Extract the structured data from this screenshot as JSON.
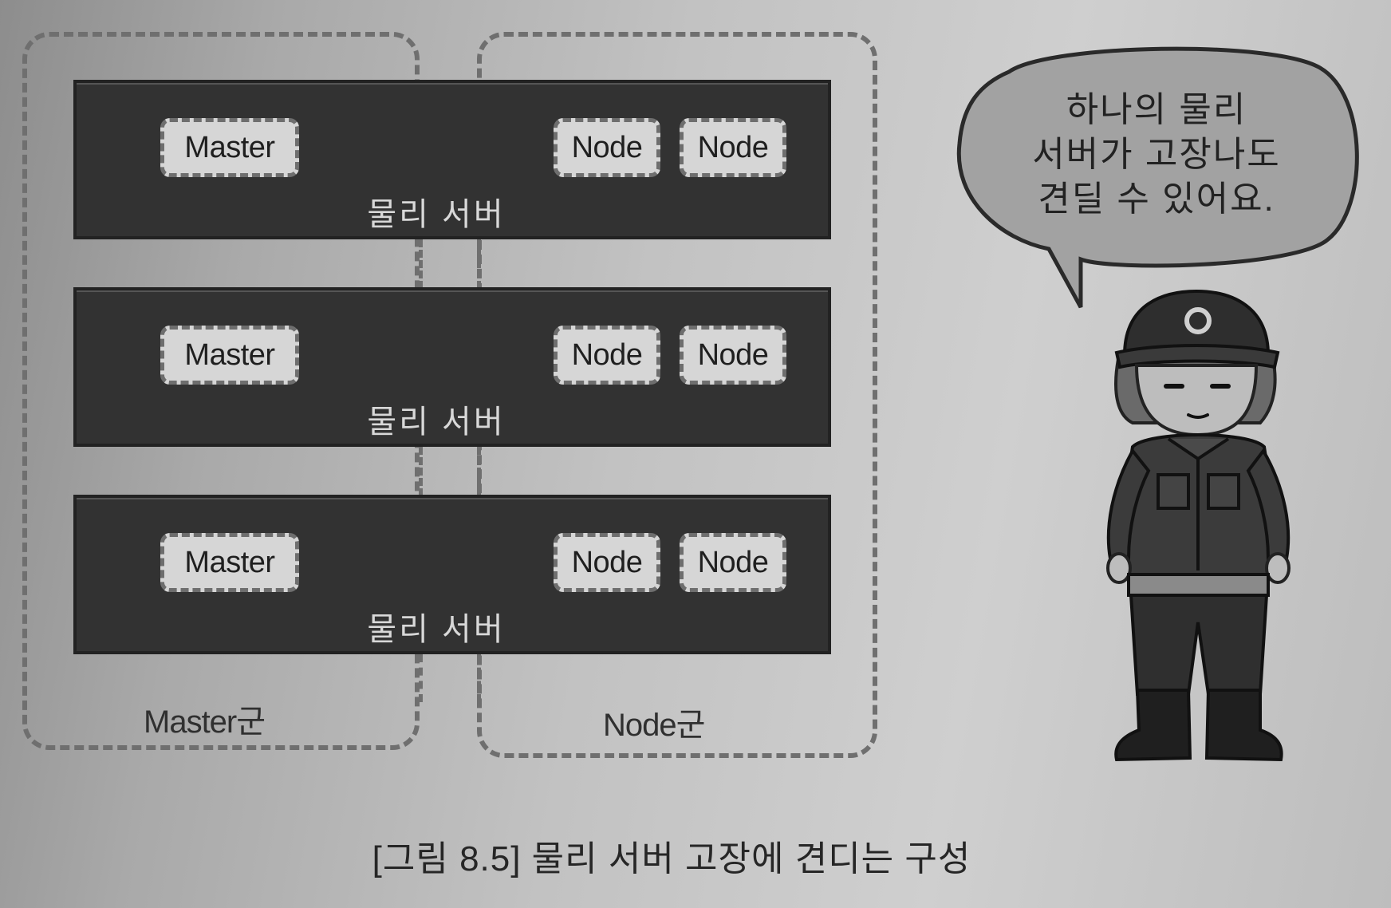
{
  "servers": [
    {
      "label": "물리 서버",
      "master": "Master",
      "nodes": [
        "Node",
        "Node"
      ]
    },
    {
      "label": "물리 서버",
      "master": "Master",
      "nodes": [
        "Node",
        "Node"
      ]
    },
    {
      "label": "물리 서버",
      "master": "Master",
      "nodes": [
        "Node",
        "Node"
      ]
    }
  ],
  "groups": {
    "master_group": "Master군",
    "node_group": "Node군"
  },
  "speech_bubble": {
    "lines": [
      "하나의 물리",
      "서버가 고장나도",
      "견딜 수 있어요."
    ]
  },
  "caption": "[그림 8.5] 물리 서버 고장에 견디는 구성",
  "colors": {
    "server_fill": "#323232",
    "chip_fill": "#d6d6d6",
    "dash_stroke": "#6f6f6f",
    "page_background": "#c2c2c2"
  }
}
